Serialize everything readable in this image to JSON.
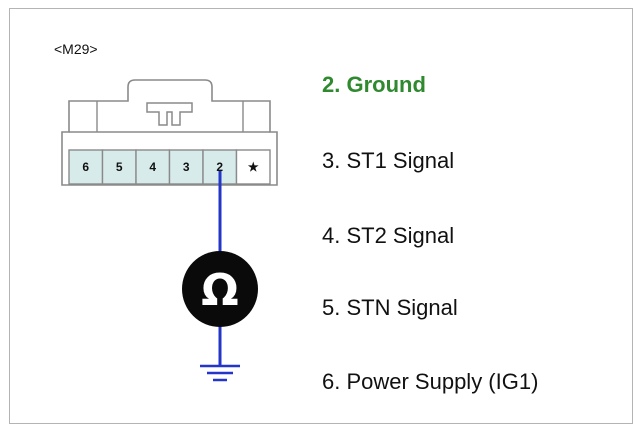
{
  "connector": {
    "label": "<M29>",
    "pins": [
      "6",
      "5",
      "4",
      "3",
      "2",
      "★"
    ],
    "measured_pin": "2"
  },
  "meter": {
    "symbol": "Ω",
    "icon": "ohmmeter-icon"
  },
  "pin_list": [
    {
      "text": "2. Ground",
      "highlight": true
    },
    {
      "text": "3. ST1 Signal",
      "highlight": false
    },
    {
      "text": "4. ST2 Signal",
      "highlight": false
    },
    {
      "text": "5. STN Signal",
      "highlight": false
    },
    {
      "text": "6. Power Supply (IG1)",
      "highlight": false
    }
  ],
  "colors": {
    "highlight": "#2f8a2f",
    "wire": "#2436c9",
    "pin_fill": "#d7ebea",
    "connector_outline": "#8a8a8a",
    "meter_fill": "#0a0a0a"
  }
}
